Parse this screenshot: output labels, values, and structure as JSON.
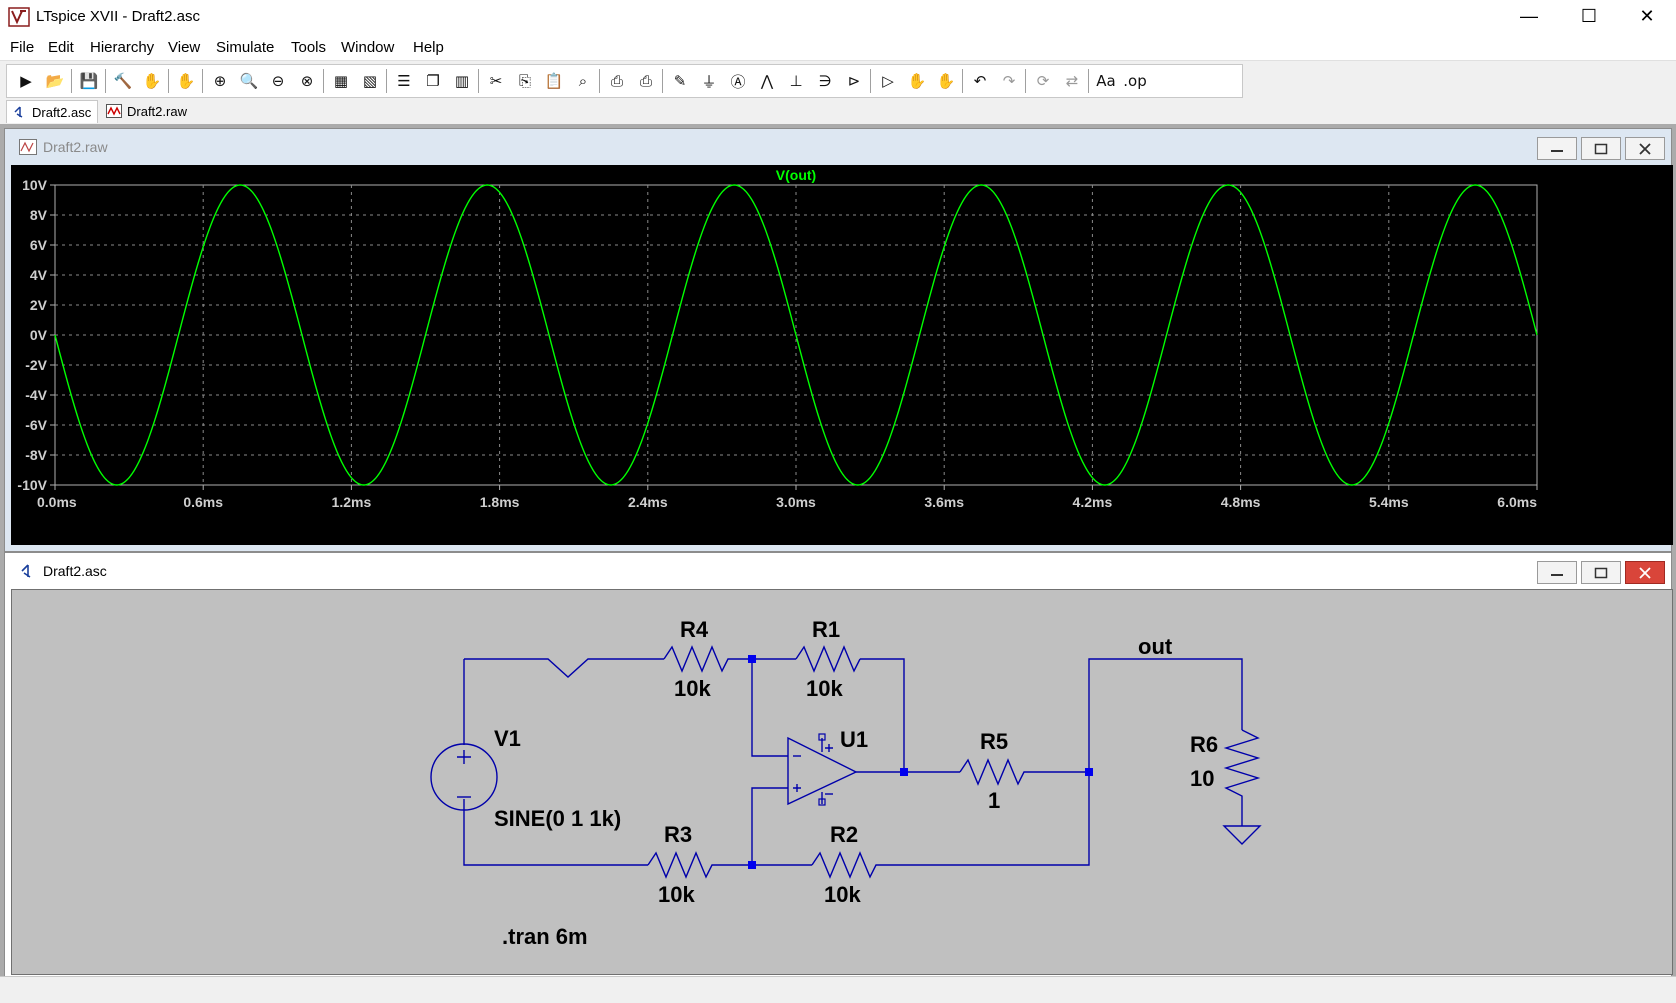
{
  "window": {
    "title": "LTspice XVII - Draft2.asc",
    "minimize_glyph": "—",
    "maximize_glyph": "☐",
    "close_glyph": "✕"
  },
  "menu": [
    "File",
    "Edit",
    "Hierarchy",
    "View",
    "Simulate",
    "Tools",
    "Window",
    "Help"
  ],
  "toolbar_icons": [
    "run-icon",
    "open-icon",
    "save-icon",
    "control-panel-icon",
    "halt-icon",
    "pan-icon",
    "zoom-in-icon",
    "zoom-area-icon",
    "zoom-out-icon",
    "zoom-fit-icon",
    "autoscale-icon",
    "pick-visible-icon",
    "tile-horizontal-icon",
    "cascade-icon",
    "tile-vertical-icon",
    "cut-icon",
    "copy-icon",
    "paste-icon",
    "find-icon",
    "print-icon",
    "print-preview-icon",
    "draw-wire-icon",
    "ground-icon",
    "label-net-icon",
    "resistor-icon",
    "capacitor-icon",
    "inductor-icon",
    "diode-icon",
    "component-icon",
    "move-icon",
    "drag-icon",
    "undo-icon",
    "redo-icon",
    "rotate-icon",
    "mirror-icon",
    "text-icon",
    "spice-directive-icon"
  ],
  "tabs": [
    {
      "label": "Draft2.asc",
      "active": true
    },
    {
      "label": "Draft2.raw",
      "active": false
    }
  ],
  "waveform_window": {
    "title": "Draft2.raw"
  },
  "schematic_window": {
    "title": "Draft2.asc"
  },
  "chart_data": {
    "type": "line",
    "title": "V(out)",
    "series": [
      {
        "name": "V(out)",
        "color": "#00ff00",
        "amplitude": 10,
        "frequency_hz": 1000,
        "phase": "negative sine",
        "x_range_ms": [
          0,
          6
        ]
      }
    ],
    "xlim": [
      0,
      6
    ],
    "ylim": [
      -10,
      10
    ],
    "x_ticks": [
      "0.0ms",
      "0.6ms",
      "1.2ms",
      "1.8ms",
      "2.4ms",
      "3.0ms",
      "3.6ms",
      "4.2ms",
      "4.8ms",
      "5.4ms",
      "6.0ms"
    ],
    "y_ticks": [
      "10V",
      "8V",
      "6V",
      "4V",
      "2V",
      "0V",
      "-2V",
      "-4V",
      "-6V",
      "-8V",
      "-10V"
    ],
    "grid": true,
    "background": "#000000"
  },
  "schematic": {
    "components": {
      "R4": {
        "name": "R4",
        "value": "10k"
      },
      "R1": {
        "name": "R1",
        "value": "10k"
      },
      "R3": {
        "name": "R3",
        "value": "10k"
      },
      "R2": {
        "name": "R2",
        "value": "10k"
      },
      "R5": {
        "name": "R5",
        "value": "1"
      },
      "R6": {
        "name": "R6",
        "value": "10"
      },
      "V1": {
        "name": "V1",
        "value": "SINE(0 1 1k)"
      },
      "U1": {
        "name": "U1"
      }
    },
    "net_label": "out",
    "directive": ".tran 6m",
    "wire_color": "#0000aa"
  }
}
